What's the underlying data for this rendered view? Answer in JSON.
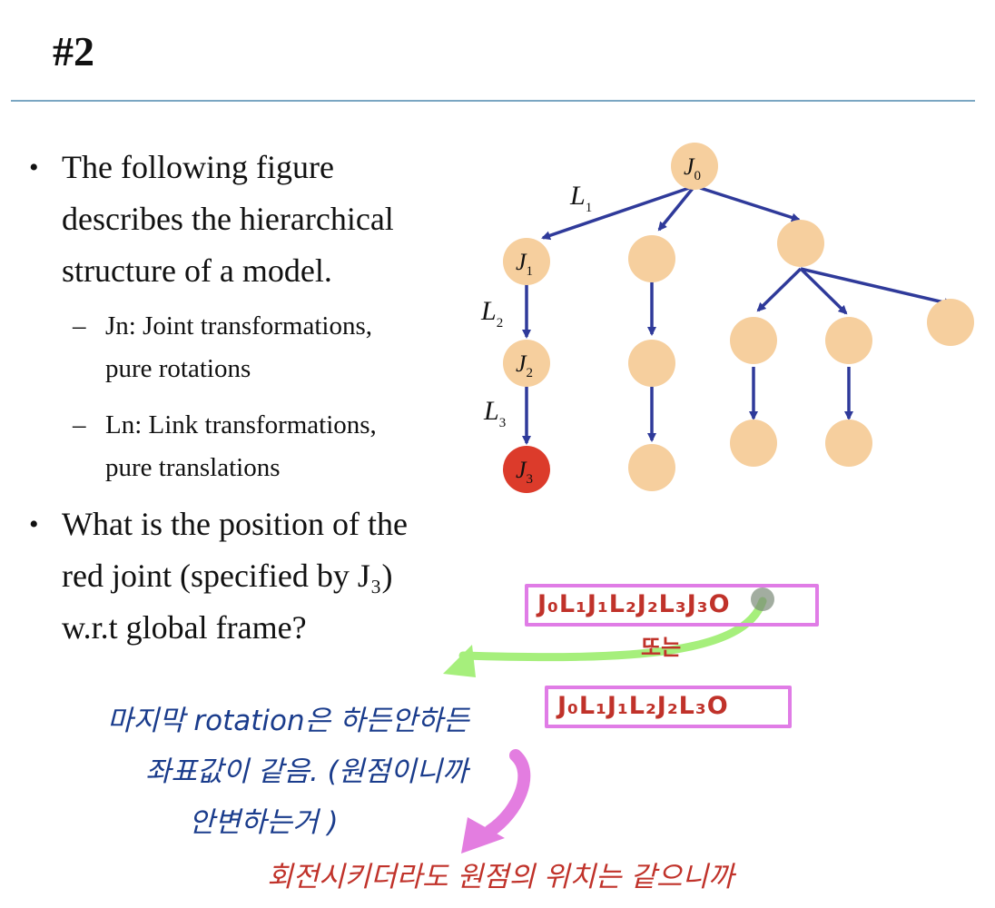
{
  "title": "#2",
  "bullets": {
    "b1_lines": [
      "The following figure",
      "describes the hierarchical",
      "structure of a model."
    ],
    "sub1_lines": [
      "Jn: Joint transformations,",
      "pure rotations"
    ],
    "sub2_lines": [
      "Ln: Link transformations,",
      "pure translations"
    ],
    "b2_lines": [
      "What is the position of the",
      "red joint (specified by J₃)",
      "w.r.t global frame?"
    ],
    "bullet_glyph": "•",
    "dash_glyph": "–"
  },
  "diagram": {
    "nodes": {
      "j0": {
        "name": "J",
        "sub": "0"
      },
      "j1": {
        "name": "J",
        "sub": "1"
      },
      "j2": {
        "name": "J",
        "sub": "2"
      },
      "j3": {
        "name": "J",
        "sub": "3"
      }
    },
    "links": {
      "l1": {
        "name": "L",
        "sub": "1"
      },
      "l2": {
        "name": "L",
        "sub": "2"
      },
      "l3": {
        "name": "L",
        "sub": "3"
      }
    },
    "colors": {
      "node": "#f6cf9e",
      "red_node": "#dc3b2b",
      "edge": "#2f3a9a"
    }
  },
  "annotations": {
    "box1_text": "J₀L₁J₁L₂J₂L₃J₃O",
    "or_text": "또는",
    "box2_text": "J₀L₁J₁L₂J₂L₃O",
    "note_blue_lines": [
      "마지막 rotation은 하든안하든",
      "좌표값이 같음. (원점이니까",
      "안변하는거 )"
    ],
    "note_red": "회전시키더라도 원점의 위치는 같으니까",
    "colors": {
      "box": "#e07ce6",
      "red_ink": "#c0322a",
      "blue_ink": "#1a3c8c",
      "green_arrow": "#a6ef7c",
      "pink_arrow": "#e37de0"
    }
  }
}
